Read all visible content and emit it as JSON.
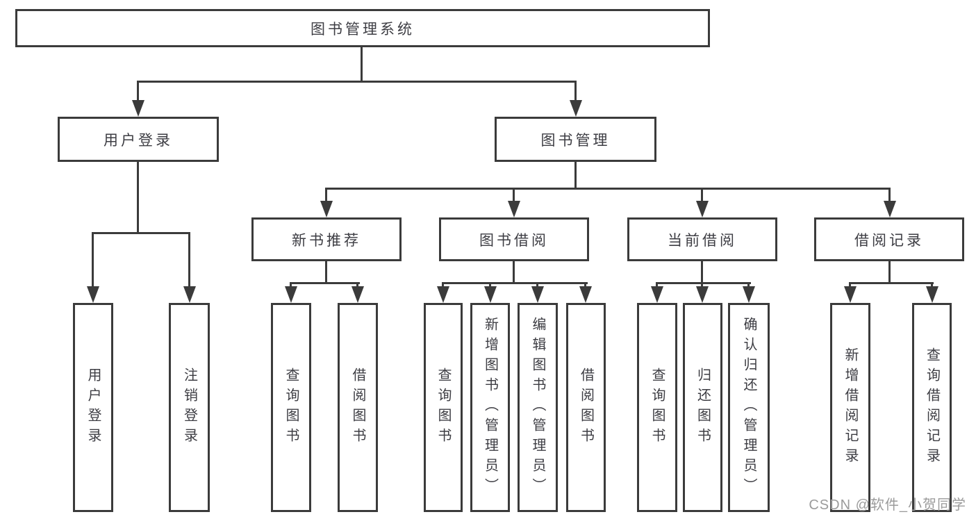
{
  "diagram": {
    "root": {
      "label": "图书管理系统"
    },
    "branches": [
      {
        "label": "用户登录",
        "children": [
          {
            "label": "用户登录"
          },
          {
            "label": "注销登录"
          }
        ]
      },
      {
        "label": "图书管理",
        "children": [
          {
            "label": "新书推荐",
            "children": [
              {
                "label": "查询图书"
              },
              {
                "label": "借阅图书"
              }
            ]
          },
          {
            "label": "图书借阅",
            "children": [
              {
                "label": "查询图书"
              },
              {
                "label": "新增图书（管理员）"
              },
              {
                "label": "编辑图书（管理员）"
              },
              {
                "label": "借阅图书"
              }
            ]
          },
          {
            "label": "当前借阅",
            "children": [
              {
                "label": "查询图书"
              },
              {
                "label": "归还图书"
              },
              {
                "label": "确认归还（管理员）"
              }
            ]
          },
          {
            "label": "借阅记录",
            "children": [
              {
                "label": "新增借阅记录"
              },
              {
                "label": "查询借阅记录"
              }
            ]
          }
        ]
      }
    ]
  },
  "watermark": {
    "text": "CSDN @软件_小贺同学"
  },
  "colors": {
    "line": "#3b3b3b",
    "box_border": "#3b3b3b",
    "box_fill": "#ffffff",
    "text": "#3d3d43",
    "watermark": "#9b9b9b",
    "background": "#ffffff"
  }
}
